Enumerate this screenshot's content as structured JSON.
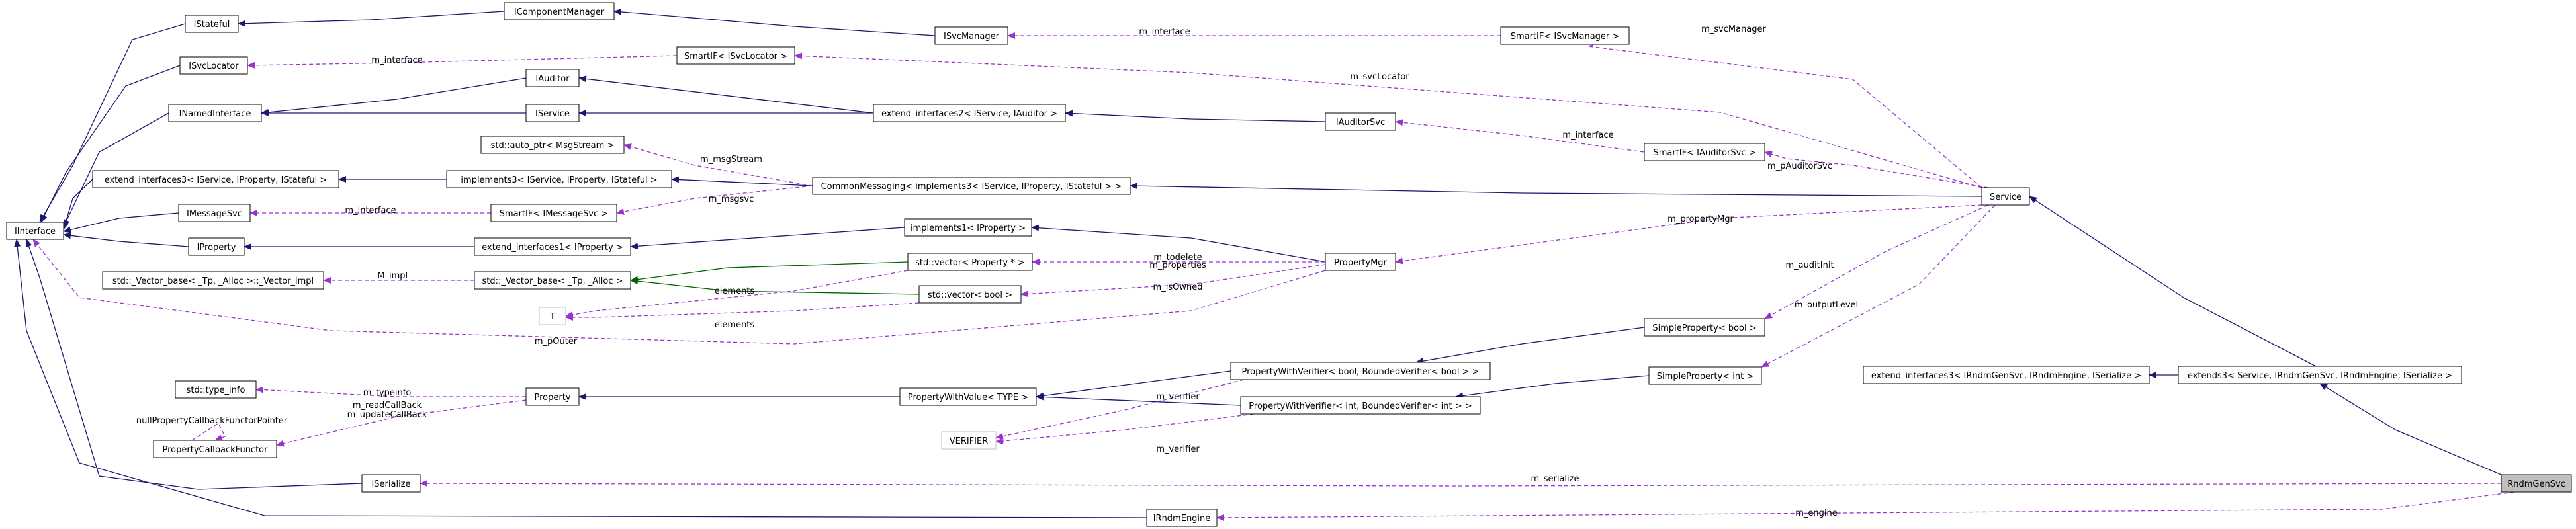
{
  "diagram": {
    "type": "uml-collaboration-graph",
    "colors": {
      "background": "#ffffff",
      "node_border": "#000000",
      "node_fill": "#ffffff",
      "target_fill": "#bfbfbf",
      "muted_border": "#bfbfbf",
      "inheritance": "#191970",
      "template": "#006400",
      "usage": "#9a32cd",
      "text": "#000000"
    },
    "nodes": [
      {
        "id": "IInterface",
        "label": "IInterface"
      },
      {
        "id": "IStateful",
        "label": "IStateful"
      },
      {
        "id": "IComponentManager",
        "label": "IComponentManager"
      },
      {
        "id": "ISvcManager",
        "label": "ISvcManager"
      },
      {
        "id": "SmartIF_ISvcManager",
        "label": "SmartIF< ISvcManager >"
      },
      {
        "id": "ISvcLocator",
        "label": "ISvcLocator"
      },
      {
        "id": "SmartIF_ISvcLocator",
        "label": "SmartIF< ISvcLocator >"
      },
      {
        "id": "IAuditor",
        "label": "IAuditor"
      },
      {
        "id": "INamedInterface",
        "label": "INamedInterface"
      },
      {
        "id": "IService",
        "label": "IService"
      },
      {
        "id": "extend_interfaces2",
        "label": "extend_interfaces2< IService, IAuditor >"
      },
      {
        "id": "IAuditorSvc",
        "label": "IAuditorSvc"
      },
      {
        "id": "SmartIF_IAuditorSvc",
        "label": "SmartIF< IAuditorSvc >"
      },
      {
        "id": "auto_ptr_MsgStream",
        "label": "std::auto_ptr< MsgStream >"
      },
      {
        "id": "extend_interfaces3_a",
        "label": "extend_interfaces3< IService, IProperty, IStateful >"
      },
      {
        "id": "implements3",
        "label": "implements3< IService, IProperty, IStateful >"
      },
      {
        "id": "CommonMessaging",
        "label": "CommonMessaging< implements3< IService, IProperty, IStateful > >"
      },
      {
        "id": "Service",
        "label": "Service"
      },
      {
        "id": "IMessageSvc",
        "label": "IMessageSvc"
      },
      {
        "id": "SmartIF_IMessageSvc",
        "label": "SmartIF< IMessageSvc >"
      },
      {
        "id": "implements1",
        "label": "implements1< IProperty >"
      },
      {
        "id": "IProperty",
        "label": "IProperty"
      },
      {
        "id": "extend_interfaces1",
        "label": "extend_interfaces1< IProperty >"
      },
      {
        "id": "vector_Property",
        "label": "std::vector< Property * >"
      },
      {
        "id": "PropertyMgr",
        "label": "PropertyMgr"
      },
      {
        "id": "Vector_impl",
        "label": "std::_Vector_base< _Tp, _Alloc >::_Vector_impl"
      },
      {
        "id": "Vector_base",
        "label": "std::_Vector_base< _Tp, _Alloc >"
      },
      {
        "id": "vector_bool",
        "label": "std::vector< bool >"
      },
      {
        "id": "T",
        "label": "T"
      },
      {
        "id": "SimpleProperty_bool",
        "label": "SimpleProperty< bool >"
      },
      {
        "id": "PWV_bool",
        "label": "PropertyWithVerifier< bool, BoundedVerifier< bool > >"
      },
      {
        "id": "extend_interfaces3_b",
        "label": "extend_interfaces3< IRndmGenSvc, IRndmEngine, ISerialize >"
      },
      {
        "id": "extends3",
        "label": "extends3< Service, IRndmGenSvc, IRndmEngine, ISerialize >"
      },
      {
        "id": "type_info",
        "label": "std::type_info"
      },
      {
        "id": "Property",
        "label": "Property"
      },
      {
        "id": "PropertyWithValue",
        "label": "PropertyWithValue< TYPE >"
      },
      {
        "id": "SimpleProperty_int",
        "label": "SimpleProperty< int >"
      },
      {
        "id": "PWV_int",
        "label": "PropertyWithVerifier< int, BoundedVerifier< int > >"
      },
      {
        "id": "VERIFIER",
        "label": "VERIFIER"
      },
      {
        "id": "PropertyCallbackFunctor",
        "label": "PropertyCallbackFunctor"
      },
      {
        "id": "ISerialize",
        "label": "ISerialize"
      },
      {
        "id": "RndmGenSvc",
        "label": "RndmGenSvc"
      },
      {
        "id": "IRndmEngine",
        "label": "IRndmEngine"
      }
    ],
    "edge_labels": [
      {
        "id": "m_interface_svcmgr",
        "text": "m_interface"
      },
      {
        "id": "m_svcManager",
        "text": "m_svcManager"
      },
      {
        "id": "m_interface_svcloc",
        "text": "m_interface"
      },
      {
        "id": "m_svcLocator",
        "text": "m_svcLocator"
      },
      {
        "id": "m_interface_auditor",
        "text": "m_interface"
      },
      {
        "id": "m_pAuditorSvc",
        "text": "m_pAuditorSvc"
      },
      {
        "id": "m_msgStream",
        "text": "m_msgStream"
      },
      {
        "id": "m_msgsvc",
        "text": "m_msgsvc"
      },
      {
        "id": "m_interface_msg",
        "text": "m_interface"
      },
      {
        "id": "m_propertyMgr",
        "text": "m_propertyMgr"
      },
      {
        "id": "m_todelete",
        "text": "m_todelete"
      },
      {
        "id": "m_properties",
        "text": "m_properties"
      },
      {
        "id": "m_isOwned",
        "text": "m_isOwned"
      },
      {
        "id": "M_impl",
        "text": "_M_impl"
      },
      {
        "id": "elements_1",
        "text": "elements"
      },
      {
        "id": "elements_2",
        "text": "elements"
      },
      {
        "id": "m_pOuter",
        "text": "m_pOuter"
      },
      {
        "id": "m_auditInit",
        "text": "m_auditInit"
      },
      {
        "id": "m_outputLevel",
        "text": "m_outputLevel"
      },
      {
        "id": "m_typeinfo",
        "text": "m_typeinfo"
      },
      {
        "id": "m_readCallBack",
        "text": "m_readCallBack"
      },
      {
        "id": "m_updateCallBack",
        "text": "m_updateCallBack"
      },
      {
        "id": "nullPropertyCallbackFunctorPointer",
        "text": "nullPropertyCallbackFunctorPointer"
      },
      {
        "id": "m_verifier_1",
        "text": "m_verifier"
      },
      {
        "id": "m_verifier_2",
        "text": "m_verifier"
      },
      {
        "id": "m_serialize",
        "text": "m_serialize"
      },
      {
        "id": "m_engine",
        "text": "m_engine"
      }
    ]
  }
}
